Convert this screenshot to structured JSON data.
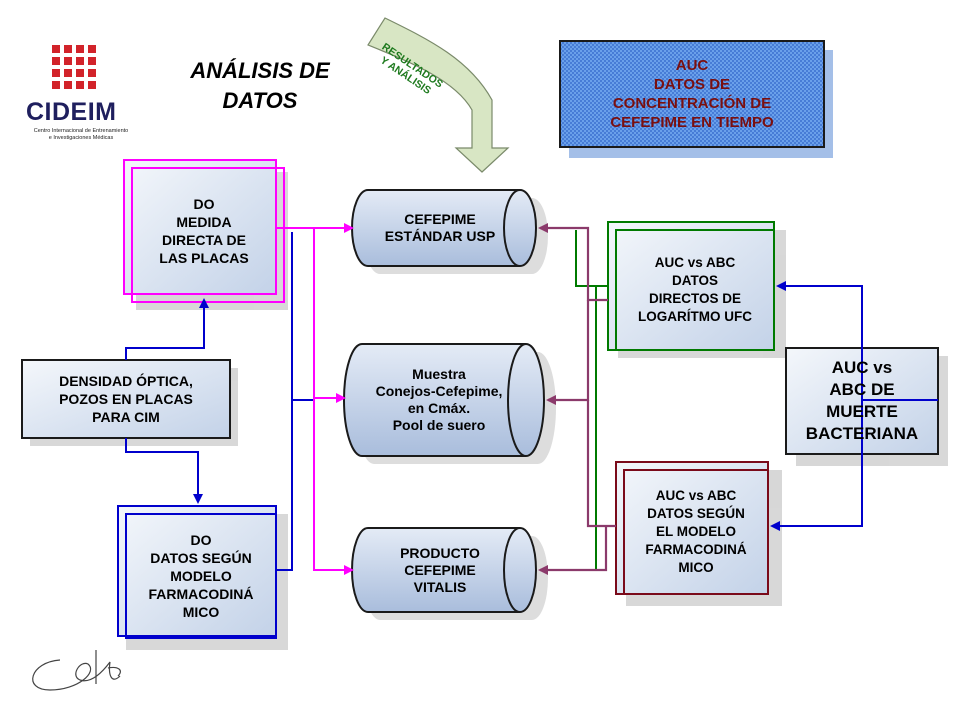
{
  "title": {
    "line1": "ANÁLISIS DE",
    "line2": "DATOS"
  },
  "logo": {
    "name": "CIDEIM",
    "subtitle": "Centro Internacional de Entrenamiento\ne Investigaciones Médicas"
  },
  "banner": {
    "text": "RESULTADOS\nY ANÁLISIS"
  },
  "auc_box": {
    "text": "AUC\nDATOS DE\nCONCENTRACIÓN DE\nCEFEPIME EN TIEMPO"
  },
  "boxes": {
    "do_medida": "DO\nMEDIDA\nDIRECTA DE\nLAS PLACAS",
    "densidad": "DENSIDAD ÓPTICA,\nPOZOS EN PLACAS\nPARA CIM",
    "do_modelo": "DO\nDATOS SEGÚN\nMODELO\nFARMACODINÁ\nMICO",
    "auc_abc_directos": "AUC vs ABC\nDATOS\nDIRECTOS DE\nLOGARÍTMO UFC",
    "auc_abc_muerte": "AUC vs\nABC DE\nMUERTE\nBACTERIANA",
    "auc_abc_modelo": "AUC vs ABC\nDATOS SEGÚN\nEL MODELO\nFARMACODINÁ\nMICO"
  },
  "drums": {
    "cefepime_usp": "CEFEPIME\nESTÁNDAR USP",
    "muestra": "Muestra\nConejos-Cefepime,\nen Cmáx.\nPool de suero",
    "vitalis": "PRODUCTO\nCEFEPIME\nVITALIS"
  },
  "colors": {
    "magenta": "#ff00ff",
    "blue": "#0000cc",
    "green": "#007a00",
    "maroon": "#7a0a1a",
    "purple_arrow": "#8b3a6b",
    "box_fill": "#dde6f2",
    "drum_fill": "#c9d6ea",
    "auc_fill": "#4f8fe0",
    "banner_fill": "#d8e6c4",
    "logo_red": "#d2232a",
    "logo_navy": "#1f1f5e"
  }
}
